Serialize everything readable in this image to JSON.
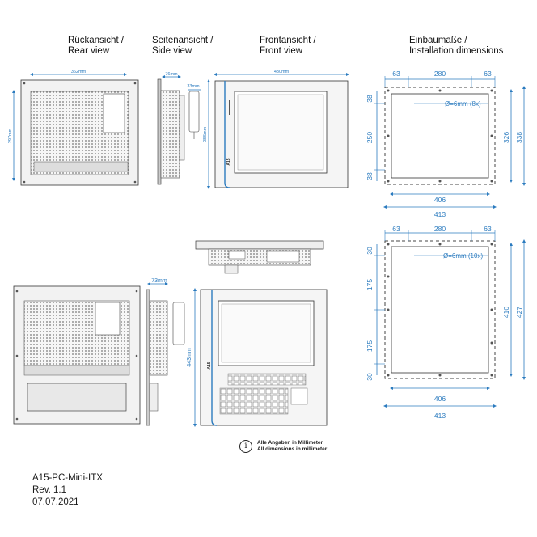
{
  "headers": {
    "rear": [
      "Rückansicht /",
      "Rear view"
    ],
    "side": [
      "Seitenansicht /",
      "Side view"
    ],
    "front": [
      "Frontansicht /",
      "Front view"
    ],
    "install": [
      "Einbaumaße /",
      "Installation dimensions"
    ]
  },
  "dims": {
    "rear_width": "362mm",
    "rear_height": "297mm",
    "side_width": "76mm",
    "side_depth": "33mm",
    "front_width": "430mm",
    "front_height": "355mm",
    "side2_depth": "73mm",
    "front2_height": "443mm"
  },
  "badge": "A15",
  "install_top": {
    "top": [
      "63",
      "280",
      "63"
    ],
    "left": [
      "38",
      "250",
      "38"
    ],
    "right": [
      "326",
      "338"
    ],
    "hole": "Ø=6mm (8x)",
    "bottom": [
      "406",
      "413"
    ]
  },
  "install_bottom": {
    "top": [
      "63",
      "280",
      "63"
    ],
    "left": [
      "30",
      "175",
      "175",
      "30"
    ],
    "right": [
      "410",
      "427"
    ],
    "hole": "Ø=6mm (10x)",
    "bottom": [
      "406",
      "413"
    ]
  },
  "note": [
    "Alle Angaben in Millimeter",
    "All dimensions in millimeter"
  ],
  "footer": {
    "model": "A15-PC-Mini-ITX",
    "rev": "Rev. 1.1",
    "date": "07.07.2021"
  },
  "colors": {
    "dim": "#2b7bbf",
    "line": "#333333",
    "panel": "#f2f2f2"
  }
}
